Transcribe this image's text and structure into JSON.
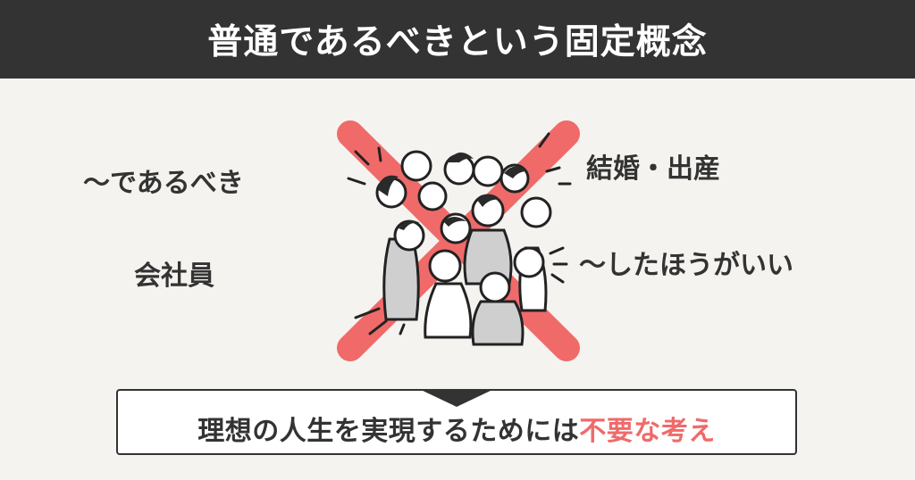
{
  "header": {
    "title": "普通であるべきという固定概念"
  },
  "labels": {
    "left_top": "〜であるべき",
    "left_bottom": "会社員",
    "right_top": "結婚・出産",
    "right_bottom": "〜したほうがいい"
  },
  "illustration": {
    "description": "crowd-of-people-with-red-x",
    "x_color": "#f06a6a"
  },
  "conclusion": {
    "text_main": "理想の人生を実現するためには",
    "text_accent": "不要な考え"
  },
  "colors": {
    "header_bg": "#333333",
    "background": "#f4f3ef",
    "accent": "#f06a6a",
    "text": "#333333"
  }
}
